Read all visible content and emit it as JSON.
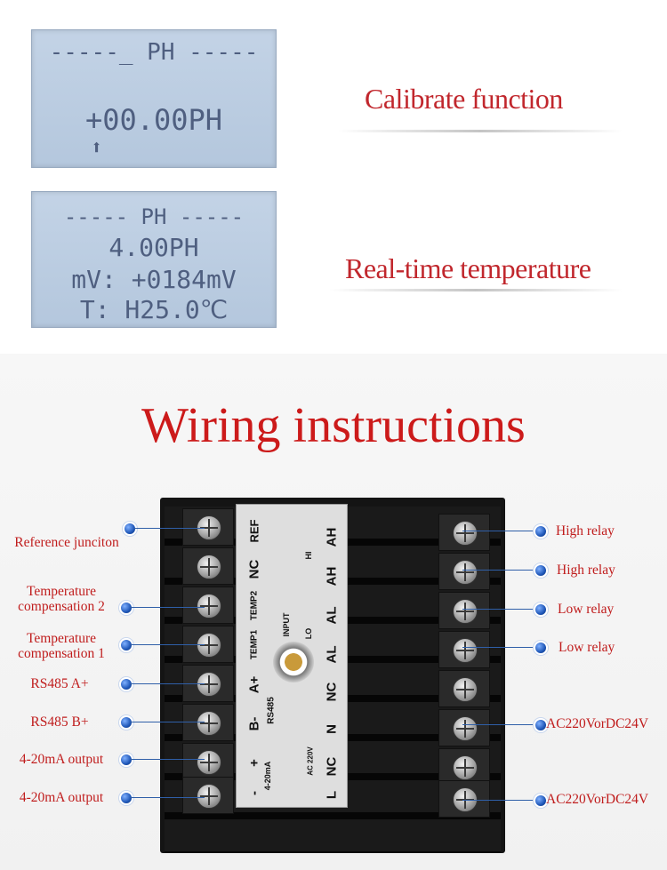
{
  "top_section": {
    "lcd1": {
      "line1": "-----_ PH -----",
      "line2": "+00.00PH",
      "arrow": "⬆"
    },
    "lcd2": {
      "line1": "----- PH -----",
      "line2": "4.00PH",
      "line3": "mV: +0184mV",
      "line4": "T: H25.0℃"
    },
    "features": [
      {
        "label": "Calibrate function"
      },
      {
        "label": "Real-time temperature"
      }
    ]
  },
  "wiring": {
    "title": "Wiring instructions",
    "left_labels": [
      "Reference junciton",
      "Temperature compensation 2",
      "Temperature compensation 1",
      "RS485 A+",
      "RS485 B+",
      "4-20mA output",
      "4-20mA output"
    ],
    "right_labels": [
      "High relay",
      "High relay",
      "Low relay",
      "Low relay",
      "AC220VorDC24V",
      "AC220VorDC24V"
    ],
    "panel": {
      "col1": [
        "REF",
        "NC",
        "TEMP2",
        "TEMP1",
        "A+",
        "B-",
        "+",
        "-"
      ],
      "col2": [
        "AH",
        "AH",
        "AL",
        "AL",
        "NC",
        "N",
        "NC",
        "L"
      ],
      "side": [
        "RS485",
        "4-20mA",
        "INPUT",
        "HI",
        "LO",
        "AC 220V"
      ]
    }
  }
}
